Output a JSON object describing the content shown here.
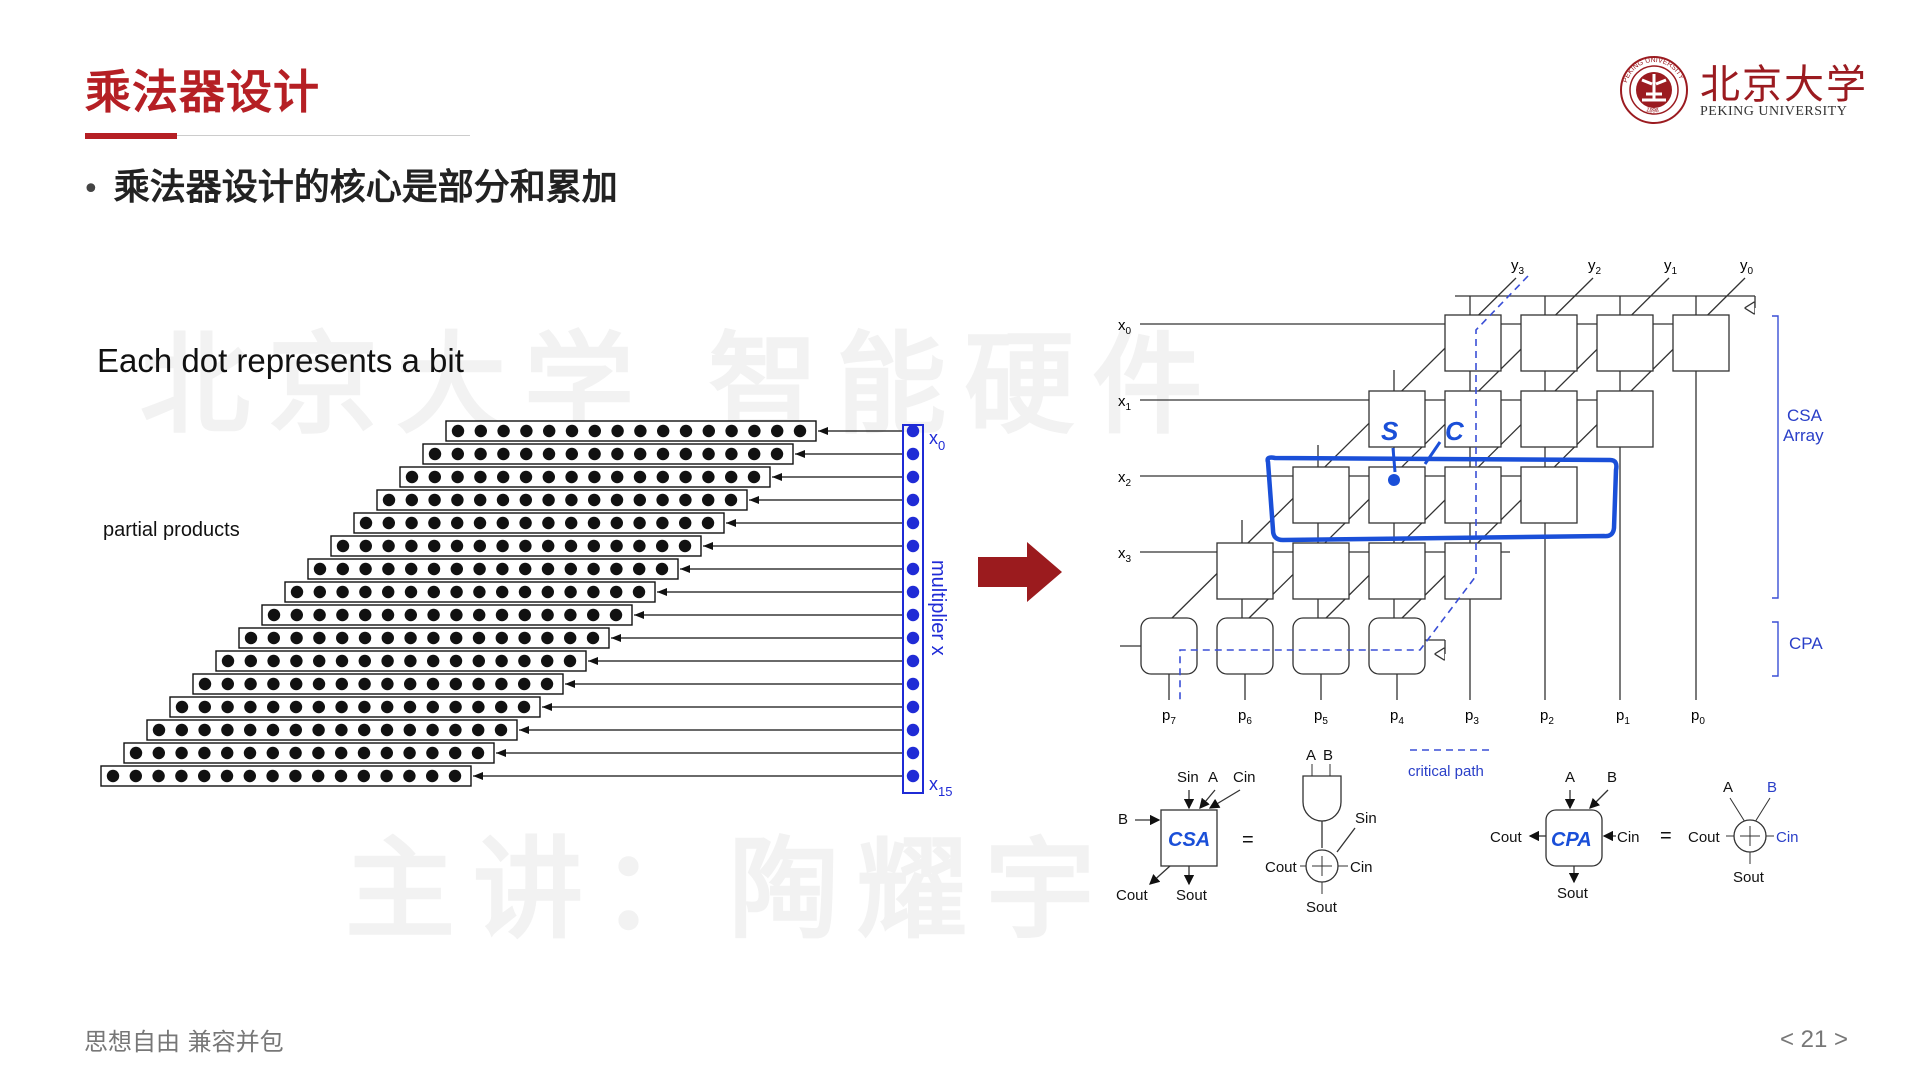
{
  "header": {
    "title": "乘法器设计",
    "bullet": "乘法器设计的核心是部分和累加"
  },
  "logo": {
    "name_cn": "北京大学",
    "name_en": "PEKING UNIVERSITY",
    "seal_text": "PEKING UNIVERSITY",
    "seal_year": "1898"
  },
  "watermark": {
    "line1": "北京大学 智能硬件",
    "line2": "主讲：陶耀宇"
  },
  "left_figure": {
    "caption": "Each dot represents a bit",
    "partial_products_label": "partial products",
    "multiplier_label": "multiplier x",
    "x0_base": "x",
    "x0_sub": "0",
    "x15_base": "x",
    "x15_sub": "15",
    "rows": 16,
    "dots_per_row": 16
  },
  "right_figure": {
    "y_inputs": [
      {
        "base": "y",
        "sub": "3"
      },
      {
        "base": "y",
        "sub": "2"
      },
      {
        "base": "y",
        "sub": "1"
      },
      {
        "base": "y",
        "sub": "0"
      }
    ],
    "x_inputs": [
      {
        "base": "x",
        "sub": "0"
      },
      {
        "base": "x",
        "sub": "1"
      },
      {
        "base": "x",
        "sub": "2"
      },
      {
        "base": "x",
        "sub": "3"
      }
    ],
    "outputs": [
      {
        "base": "p",
        "sub": "7"
      },
      {
        "base": "p",
        "sub": "6"
      },
      {
        "base": "p",
        "sub": "5"
      },
      {
        "base": "p",
        "sub": "4"
      },
      {
        "base": "p",
        "sub": "3"
      },
      {
        "base": "p",
        "sub": "2"
      },
      {
        "base": "p",
        "sub": "1"
      },
      {
        "base": "p",
        "sub": "0"
      }
    ],
    "csa_array_label_1": "CSA",
    "csa_array_label_2": "Array",
    "cpa_label": "CPA",
    "critical_path_label": "critical path",
    "annotation_s": "S",
    "annotation_c": "C",
    "accent_color": "#1a4fd8",
    "csa_cell": {
      "name": "CSA",
      "sin": "Sin",
      "a": "A",
      "cin": "Cin",
      "b": "B",
      "cout": "Cout",
      "sout": "Sout",
      "equals": "="
    },
    "csa_equiv": {
      "a": "A",
      "b": "B",
      "sin": "Sin",
      "cout": "Cout",
      "cin": "Cin",
      "sout": "Sout"
    },
    "cpa_cell": {
      "name": "CPA",
      "a": "A",
      "b": "B",
      "cout": "Cout",
      "cin": "Cin",
      "sout": "Sout",
      "equals": "="
    },
    "cpa_equiv": {
      "a": "A",
      "b": "B",
      "cout": "Cout",
      "cin": "Cin",
      "sout": "Sout"
    }
  },
  "colors": {
    "brand_red": "#b51f24",
    "arrow_red": "#9b1b1e",
    "multiplier_blue": "#1f2bd6"
  },
  "footer": {
    "motto": "思想自由 兼容并包",
    "page": "< 21 >"
  }
}
